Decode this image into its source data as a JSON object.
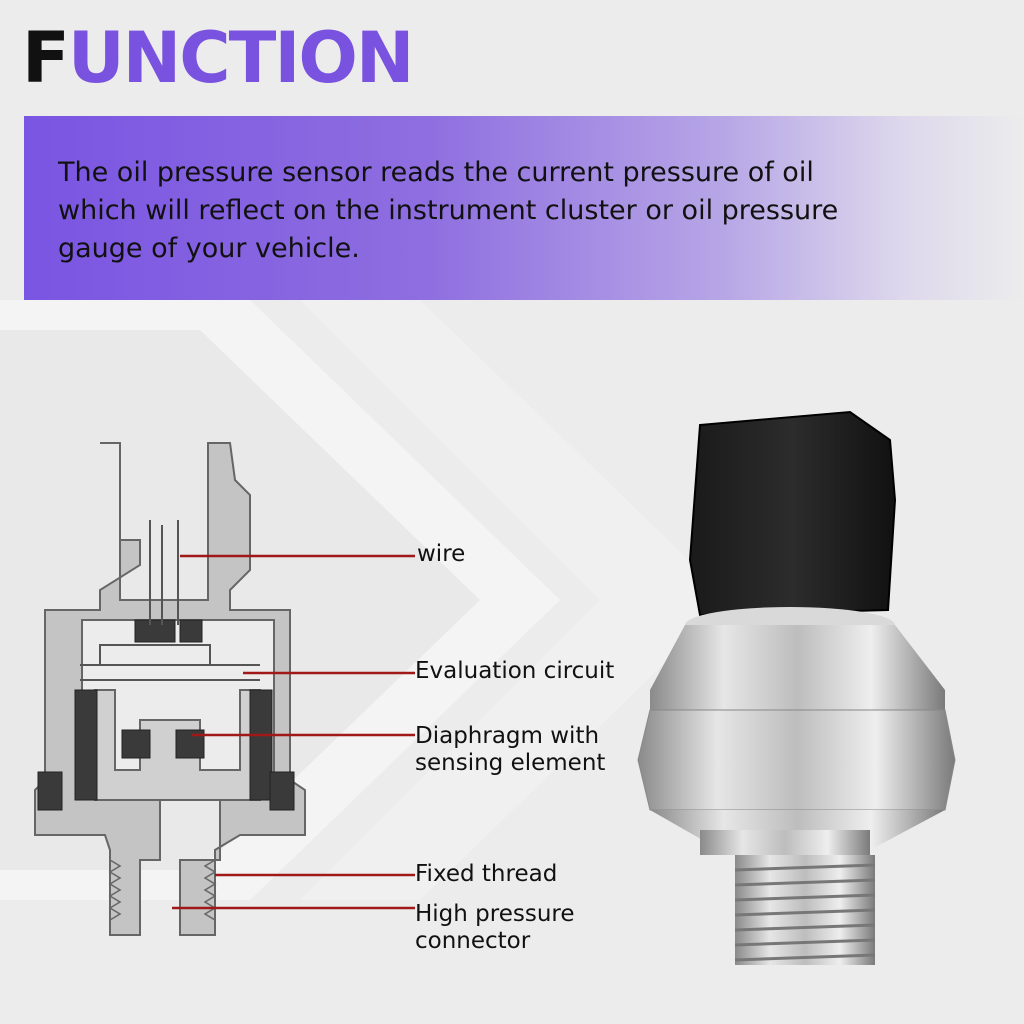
{
  "title": {
    "first_letter": "F",
    "rest": "UNCTION"
  },
  "description": "The oil pressure sensor reads the current pressure of oil which will reflect on the instrument cluster or oil pressure gauge of your vehicle.",
  "labels": {
    "wire": "wire",
    "evaluation_circuit": "Evaluation circuit",
    "diaphragm_line1": "Diaphragm with",
    "diaphragm_line2": "sensing element",
    "fixed_thread": "Fixed thread",
    "high_pressure_line1": "High pressure",
    "high_pressure_line2": "connector"
  },
  "colors": {
    "accent": "#7a52e0",
    "leader_line": "#a01818"
  }
}
